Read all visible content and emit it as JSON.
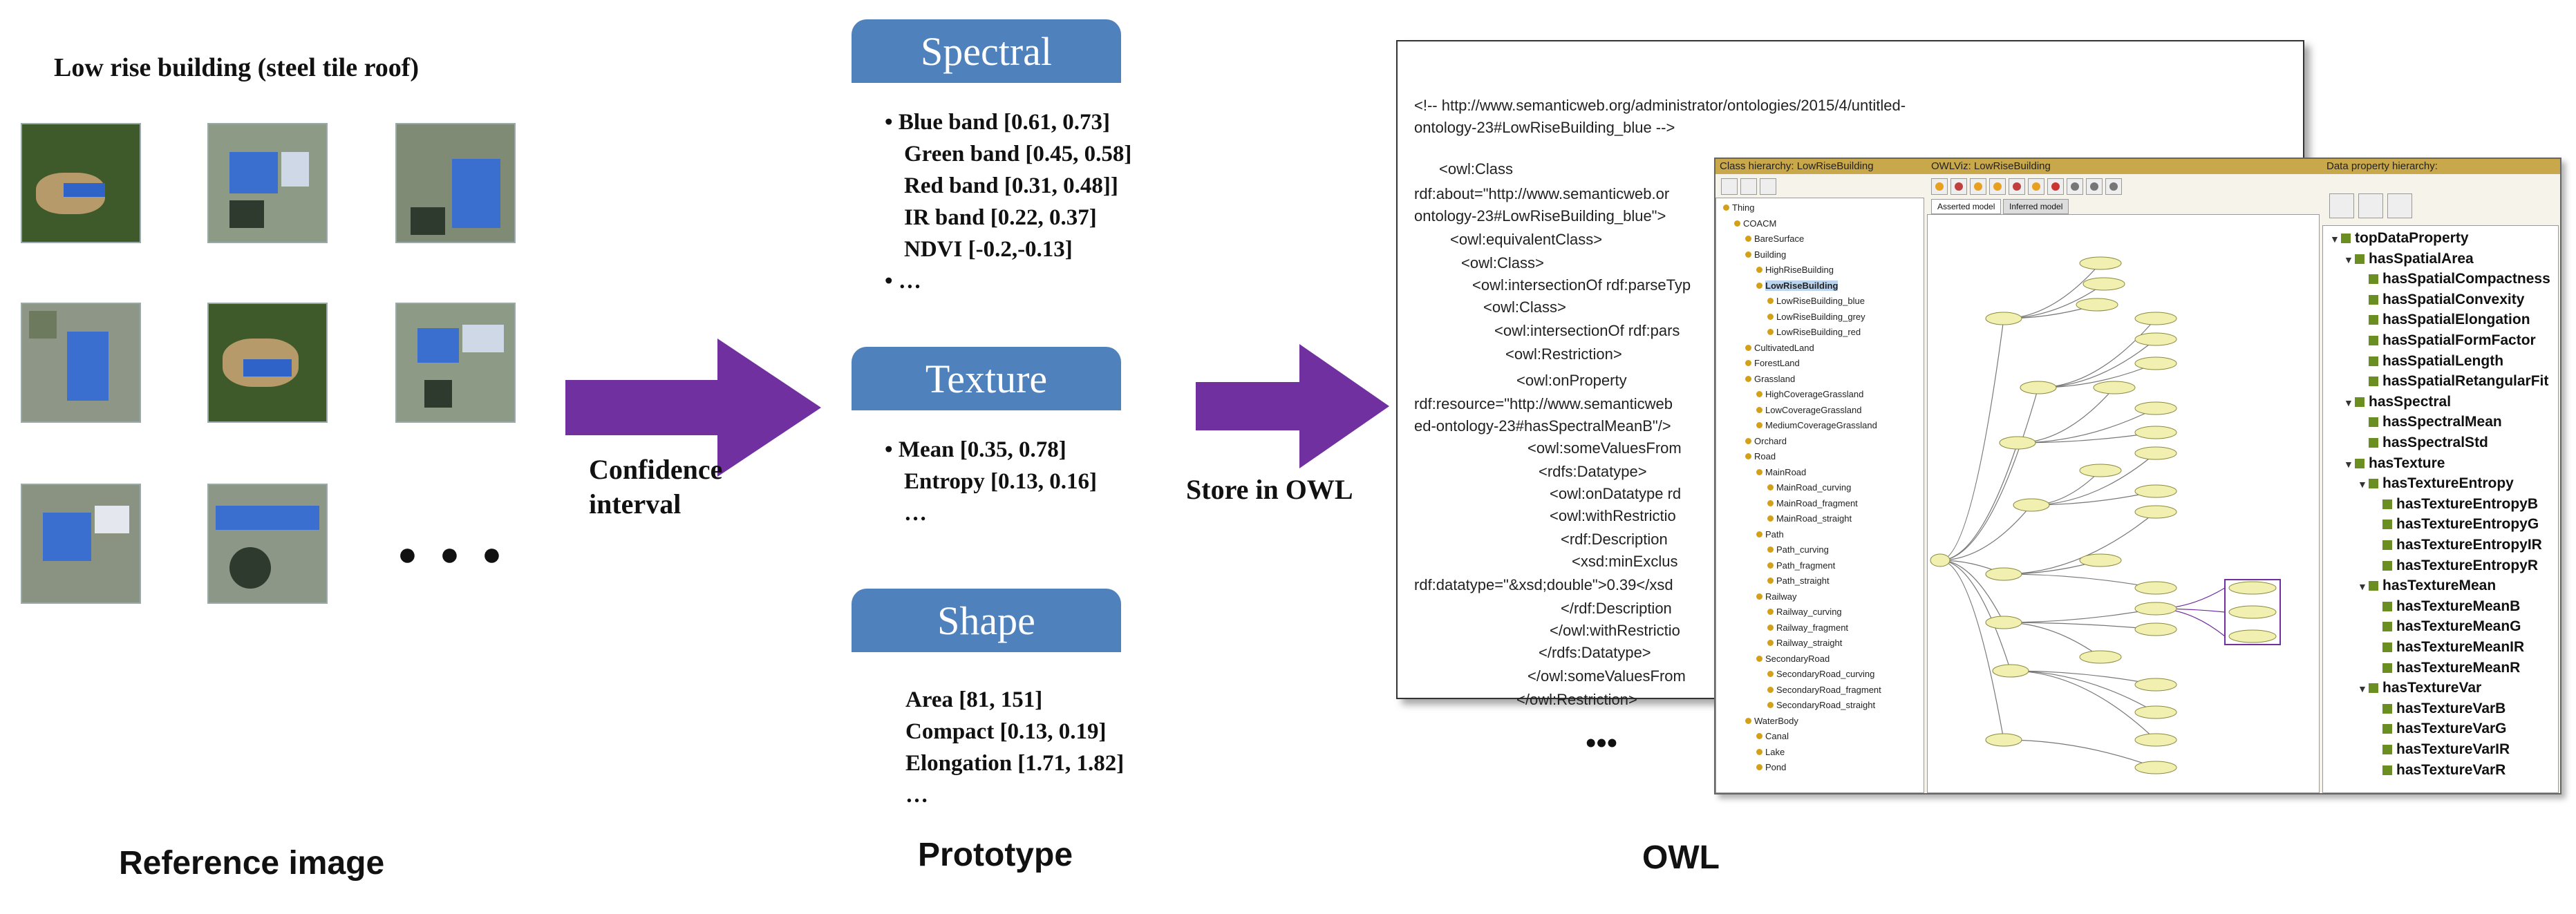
{
  "left_panel": {
    "title": "Low rise building  (steel tile roof)",
    "ellipsis": "● ● ●",
    "caption": "Reference image"
  },
  "arrow1_label_line1": "Confidence",
  "arrow1_label_line2": "interval",
  "prototype": {
    "caption": "Prototype",
    "spectral": {
      "title": "Spectral",
      "items": [
        "Blue band  [0.61, 0.73]",
        "Green band  [0.45, 0.58]",
        "Red band  [0.31, 0.48]]",
        "IR band  [0.22, 0.37]",
        "NDVI [-0.2,-0.13]",
        "…"
      ]
    },
    "texture": {
      "title": "Texture",
      "items": [
        "Mean [0.35, 0.78]",
        "Entropy  [0.13, 0.16]",
        "…"
      ]
    },
    "shape": {
      "title": "Shape",
      "items": [
        "Area [81, 151]",
        "Compact  [0.13, 0.19]",
        "Elongation  [1.71, 1.82]",
        "…"
      ]
    }
  },
  "arrow2_label": "Store in OWL",
  "owl": {
    "caption": "OWL",
    "ellipsis": "•••",
    "code_lines": [
      "<!-- http://www.semanticweb.org/administrator/ontologies/2015/4/untitled-",
      "ontology-23#LowRiseBuilding_blue -->",
      "<owl:Class",
      "rdf:about=\"http://www.semanticweb.or",
      "ontology-23#LowRiseBuilding_blue\">",
      "<owl:equivalentClass>",
      "<owl:Class>",
      "<owl:intersectionOf rdf:parseTyp",
      "<owl:Class>",
      "<owl:intersectionOf rdf:pars",
      "<owl:Restriction>",
      "<owl:onProperty",
      "rdf:resource=\"http://www.semanticweb",
      "ed-ontology-23#hasSpectralMeanB\"/>",
      "<owl:someValuesFrom",
      "<rdfs:Datatype>",
      "<owl:onDatatype rd",
      "<owl:withRestrictio",
      "<rdf:Description",
      "<xsd:minExclus",
      "rdf:datatype=\"&xsd;double\">0.39</xsd",
      "</rdf:Description",
      "</owl:withRestrictio",
      "</rdfs:Datatype>",
      "</owl:someValuesFrom",
      "</owl:Restriction>"
    ],
    "class_hierarchy_title": "Class hierarchy: LowRiseBuilding",
    "graph_title": "OWLViz: LowRiseBuilding",
    "graph_tabs": [
      "Asserted model",
      "Inferred model"
    ],
    "classes": [
      "Thing",
      "COACM",
      "BareSurface",
      "Building",
      "HighRiseBuilding",
      "LowRiseBuilding",
      "LowRiseBuilding_blue",
      "LowRiseBuilding_grey",
      "LowRiseBuilding_red",
      "CultivatedLand",
      "ForestLand",
      "Grassland",
      "HighCoverageGrassland",
      "LowCoverageGrassland",
      "MediumCoverageGrassland",
      "Orchard",
      "Road",
      "MainRoad",
      "MainRoad_curving",
      "MainRoad_fragment",
      "MainRoad_straight",
      "Path",
      "Path_curving",
      "Path_fragment",
      "Path_straight",
      "Railway",
      "Railway_curving",
      "Railway_fragment",
      "Railway_straight",
      "SecondaryRoad",
      "SecondaryRoad_curving",
      "SecondaryRoad_fragment",
      "SecondaryRoad_straight",
      "WaterBody",
      "Canal",
      "Lake",
      "Pond"
    ],
    "data_property_title": "Data property hierarchy:",
    "data_properties": [
      "topDataProperty",
      "hasSpatialArea",
      "hasSpatialCompactness",
      "hasSpatialConvexity",
      "hasSpatialElongation",
      "hasSpatialFormFactor",
      "hasSpatialLength",
      "hasSpatialRetangularFit",
      "hasSpectral",
      "hasSpectralMean",
      "hasSpectralStd",
      "hasTexture",
      "hasTextureEntropy",
      "hasTextureEntropyB",
      "hasTextureEntropyG",
      "hasTextureEntropyIR",
      "hasTextureEntropyR",
      "hasTextureMean",
      "hasTextureMeanB",
      "hasTextureMeanG",
      "hasTextureMeanIR",
      "hasTextureMeanR",
      "hasTextureVar",
      "hasTextureVarB",
      "hasTextureVarG",
      "hasTextureVarIR",
      "hasTextureVarR"
    ]
  },
  "colors": {
    "tab_blue": "#4f81bd",
    "arrow_purple": "#7030a0",
    "owl_header": "#c8a84a"
  }
}
